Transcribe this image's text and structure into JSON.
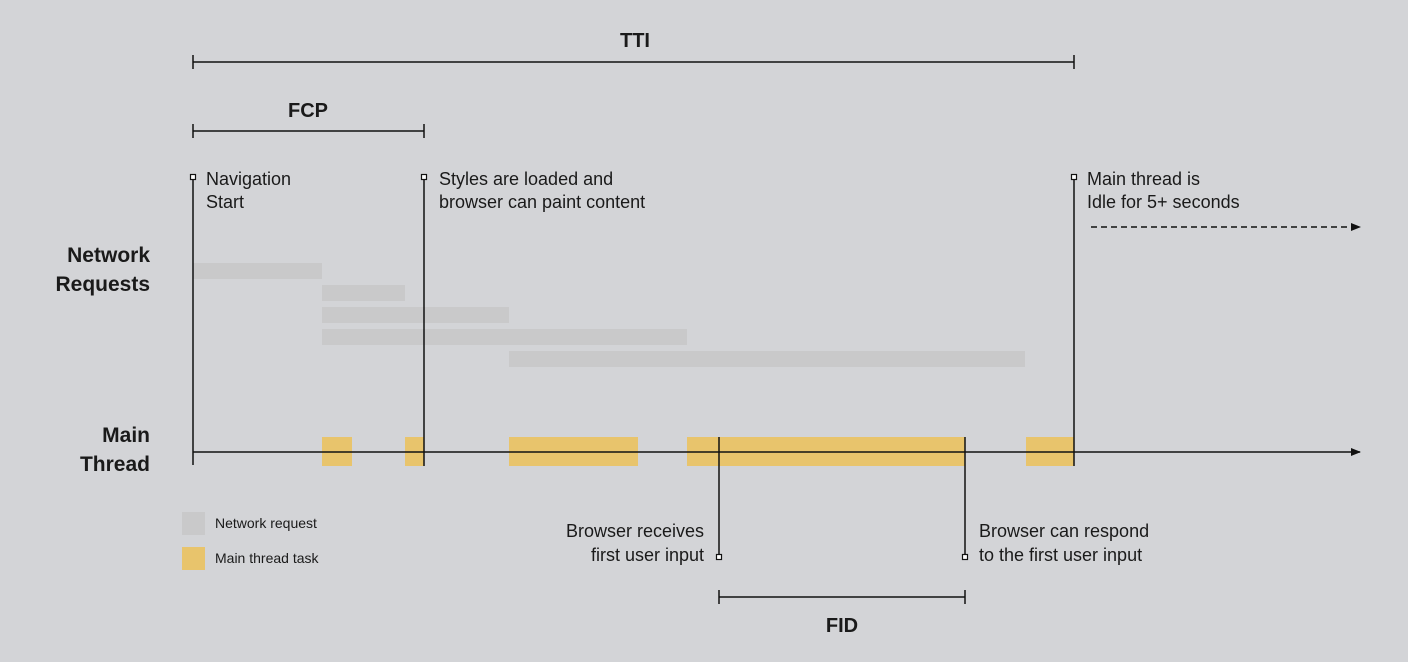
{
  "metrics": {
    "tti": "TTI",
    "fcp": "FCP",
    "fid": "FID"
  },
  "lanes": {
    "network_line1": "Network",
    "network_line2": "Requests",
    "main_line1": "Main",
    "main_line2": "Thread"
  },
  "events": {
    "nav_line1": "Navigation",
    "nav_line2": "Start",
    "styles_line1": "Styles are loaded and",
    "styles_line2": "browser can paint content",
    "idle_line1": "Main thread is",
    "idle_line2": "Idle for 5+ seconds",
    "input_line1": "Browser receives",
    "input_line2": "first user input",
    "respond_line1": "Browser can respond",
    "respond_line2": "to the first user input"
  },
  "legend": {
    "network": "Network request",
    "task": "Main thread task"
  },
  "colors": {
    "background": "#d3d4d7",
    "network_request": "#c9c9ca",
    "main_thread_task": "#e8c46c",
    "line": "#111111"
  }
}
